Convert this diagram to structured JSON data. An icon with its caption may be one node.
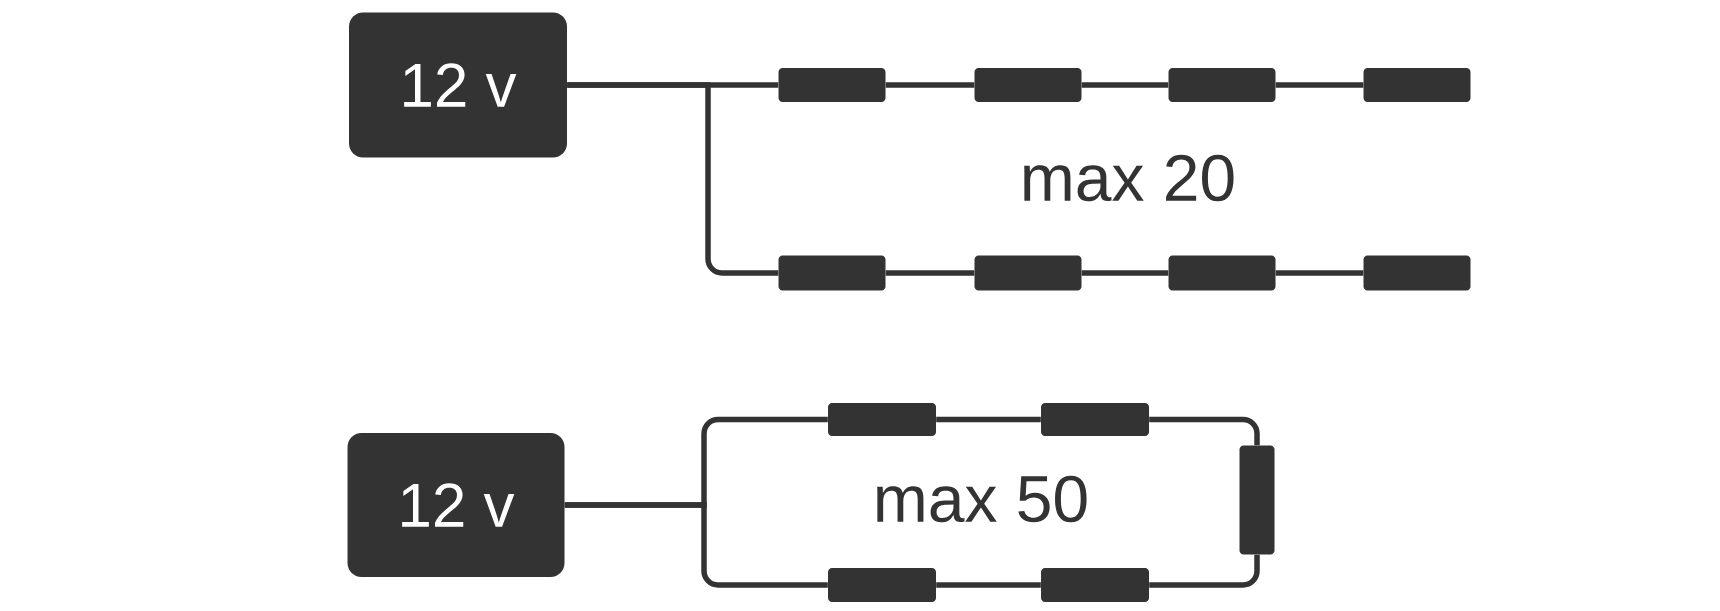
{
  "diagram": {
    "nodes": [
      {
        "text": [
          "12 v"
        ]
      },
      {
        "text": [],
        "shape": "bar"
      },
      {
        "text": [],
        "shape": "bar"
      },
      {
        "text": [],
        "shape": "bar"
      },
      {
        "text": [],
        "shape": "bar"
      },
      {
        "text": [],
        "shape": "bar"
      },
      {
        "text": [],
        "shape": "bar"
      },
      {
        "text": [],
        "shape": "bar"
      },
      {
        "text": [],
        "shape": "bar"
      },
      {
        "text": [
          "12 v"
        ]
      },
      {
        "text": [],
        "shape": "bar"
      },
      {
        "text": [],
        "shape": "bar"
      },
      {
        "text": [],
        "shape": "bar"
      },
      {
        "text": [],
        "shape": "bar"
      },
      {
        "text": [],
        "shape": "bar"
      }
    ],
    "edges": [
      {
        "from": 0,
        "to": 1,
        "arrow": "none"
      },
      {
        "from": 1,
        "to": 2,
        "arrow": "none"
      },
      {
        "from": 2,
        "to": 3,
        "arrow": "none"
      },
      {
        "from": 3,
        "to": 4,
        "arrow": "none"
      },
      {
        "from": 0,
        "to": 5,
        "arrow": "none"
      },
      {
        "from": 5,
        "to": 6,
        "arrow": "none"
      },
      {
        "from": 6,
        "to": 7,
        "arrow": "none"
      },
      {
        "from": 7,
        "to": 8,
        "arrow": "none"
      },
      {
        "from": 9,
        "to": 10,
        "arrow": "none"
      },
      {
        "from": 9,
        "to": 13,
        "arrow": "none"
      },
      {
        "from": 10,
        "to": 11,
        "arrow": "none"
      },
      {
        "from": 11,
        "to": 12,
        "arrow": "none"
      },
      {
        "from": 13,
        "to": 14,
        "arrow": "none"
      },
      {
        "from": 14,
        "to": 12,
        "arrow": "none"
      }
    ],
    "labels": [
      "max 20",
      "max 50"
    ]
  }
}
